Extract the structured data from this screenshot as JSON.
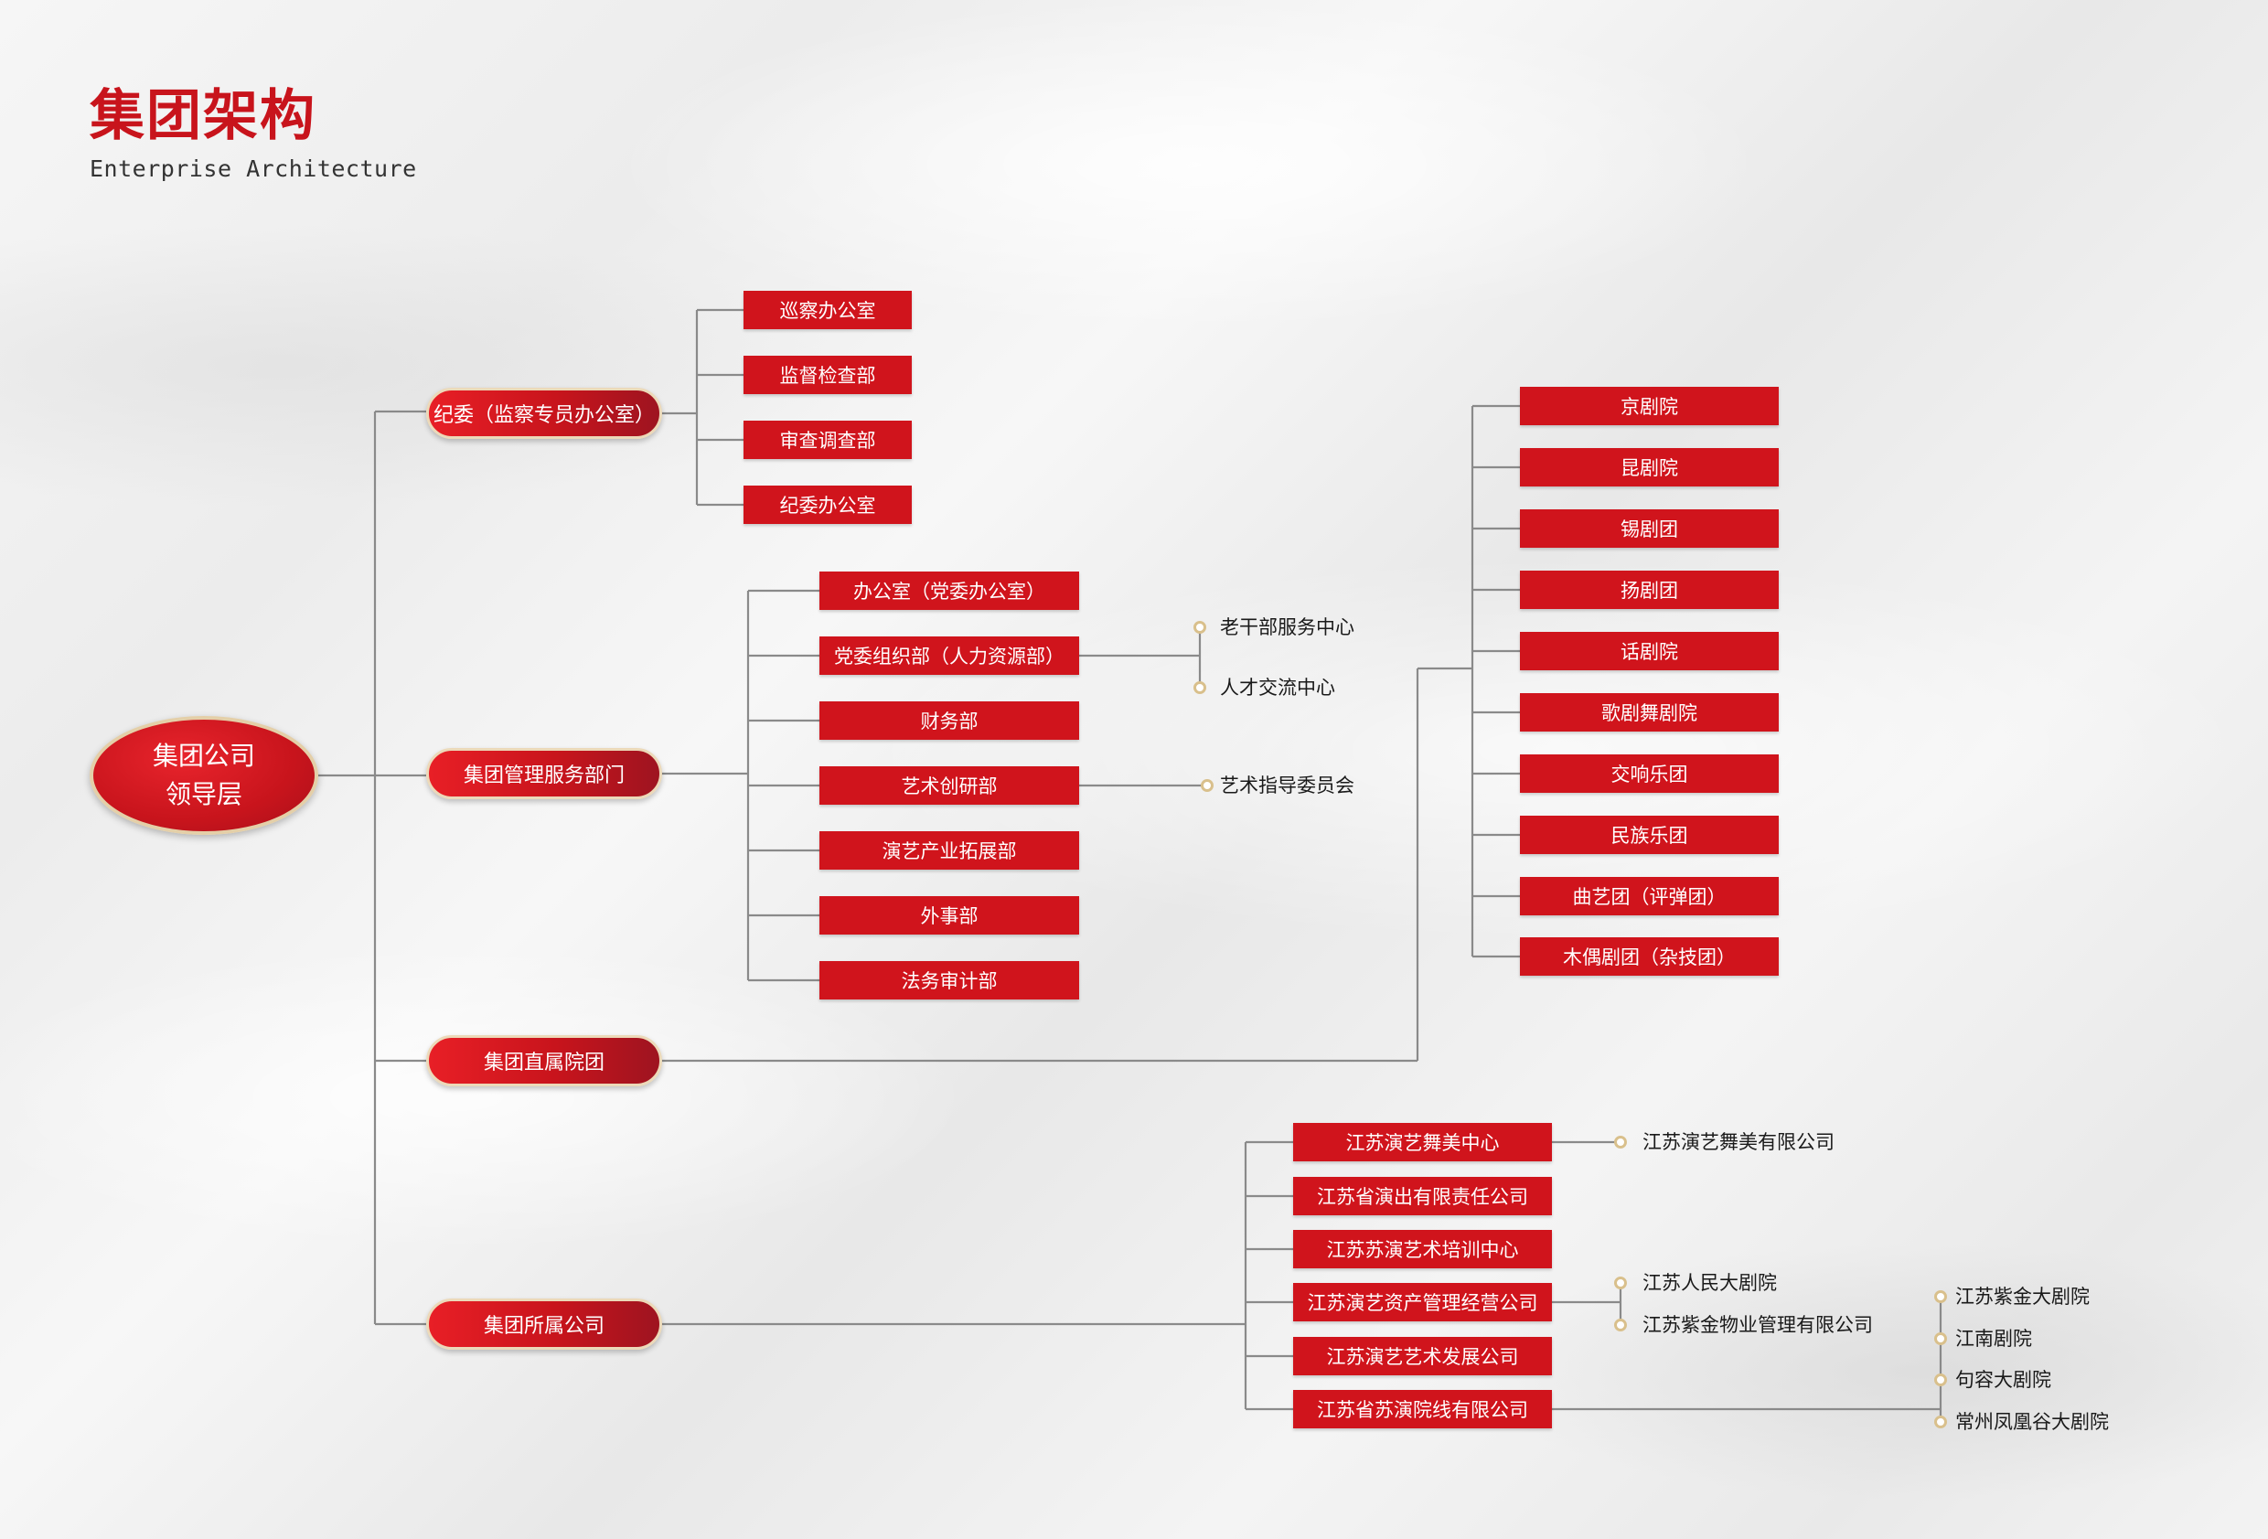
{
  "title": "集团架构",
  "subtitle": "Enterprise Architecture",
  "root": {
    "line1": "集团公司",
    "line2": "领导层"
  },
  "branches": [
    {
      "label": "纪委（监察专员办公室）"
    },
    {
      "label": "集团管理服务部门"
    },
    {
      "label": "集团直属院团"
    },
    {
      "label": "集团所属公司"
    }
  ],
  "discipline": [
    "巡察办公室",
    "监督检查部",
    "审查调查部",
    "纪委办公室"
  ],
  "management": [
    "办公室（党委办公室）",
    "党委组织部（人力资源部）",
    "财务部",
    "艺术创研部",
    "演艺产业拓展部",
    "外事部",
    "法务审计部"
  ],
  "management_sub": {
    "org": [
      "老干部服务中心",
      "人才交流中心"
    ],
    "art": [
      "艺术指导委员会"
    ]
  },
  "troupes": [
    "京剧院",
    "昆剧院",
    "锡剧团",
    "扬剧团",
    "话剧院",
    "歌剧舞剧院",
    "交响乐团",
    "民族乐团",
    "曲艺团（评弹团）",
    "木偶剧团（杂技团）"
  ],
  "companies": [
    "江苏演艺舞美中心",
    "江苏省演出有限责任公司",
    "江苏苏演艺术培训中心",
    "江苏演艺资产管理经营公司",
    "江苏演艺艺术发展公司",
    "江苏省苏演院线有限公司"
  ],
  "company_sub": {
    "stage": [
      "江苏演艺舞美有限公司"
    ],
    "asset": [
      "江苏人民大剧院",
      "江苏紫金物业管理有限公司"
    ],
    "cinema": [
      "江苏紫金大剧院",
      "江南剧院",
      "句容大剧院",
      "常州凤凰谷大剧院"
    ]
  },
  "colors": {
    "accent": "#d0141c",
    "line": "#8a8a8a",
    "dot": "#d9c08c"
  }
}
